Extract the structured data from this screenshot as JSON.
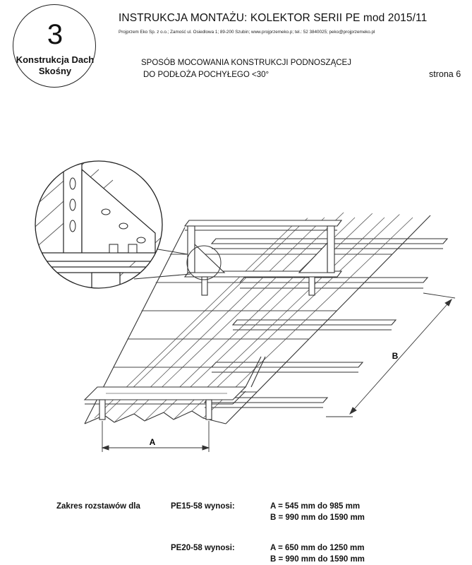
{
  "badge": {
    "number": "3",
    "line1": "Konstrukcja Dach",
    "line2": "Skośny"
  },
  "header": {
    "title": "INSTRUKCJA MONTAŻU: KOLEKTOR SERII PE mod 2015/11",
    "contact": "Projprzem Eko Sp. z o.o.; Zamość ul. Osiedlowa 1; 89-200 Szubin; www.projprzemeko.p; tel.: 52 3840025; peko@projprzemeko.pl",
    "subtitle_line1": "SPOSÓB MOCOWANIA KONSTRUKCJI PODNOSZĄCEJ",
    "subtitle_line2": "DO PODŁOŻA POCHYŁEGO <30°",
    "page": "strona 6"
  },
  "drawing": {
    "dim_a": "A",
    "dim_b": "B"
  },
  "ranges": {
    "label": "Zakres rozstawów dla",
    "models": [
      {
        "model": "PE15-58 wynosi:",
        "a": "A = 545 mm do 985 mm",
        "b": "B = 990 mm do 1590 mm"
      },
      {
        "model": "PE20-58 wynosi:",
        "a": "A = 650 mm do 1250 mm",
        "b": "B = 990 mm do 1590 mm"
      }
    ]
  }
}
